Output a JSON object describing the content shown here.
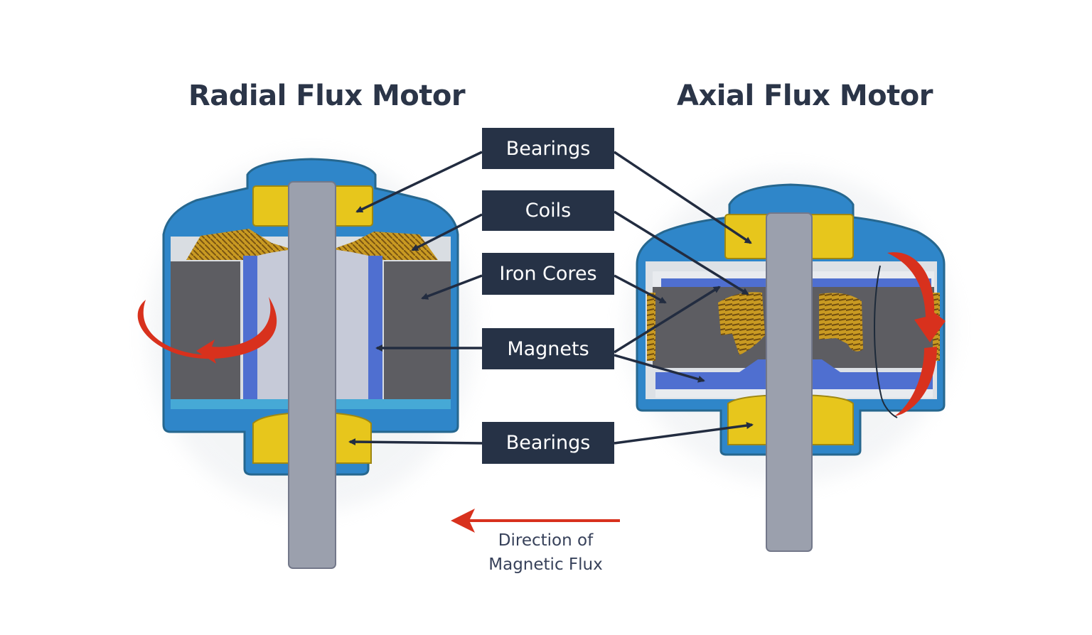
{
  "titles": {
    "left": "Radial Flux Motor",
    "right": "Axial Flux Motor"
  },
  "labels": {
    "bearings_top": "Bearings",
    "coils": "Coils",
    "iron_cores": "Iron Cores",
    "magnets": "Magnets",
    "bearings_bottom": "Bearings"
  },
  "legend": {
    "line1": "Direction of",
    "line2": "Magnetic Flux"
  },
  "colors": {
    "housing": "#2f86c9",
    "bearing": "#e7c61c",
    "shaft": "#9ba0ad",
    "iron": "#5d5d62",
    "magnet": "#4f6fd0",
    "coil": "#c4911f",
    "label_bg": "#263246",
    "flux_arrow": "#d8311d"
  }
}
